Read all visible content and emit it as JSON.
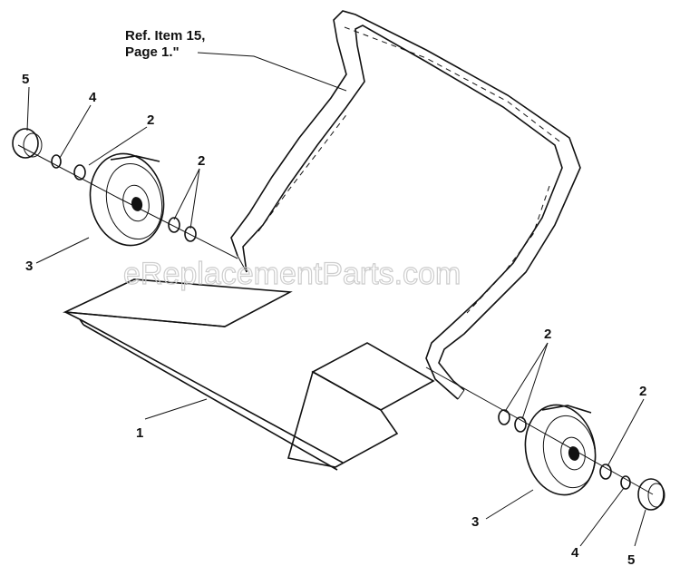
{
  "reference": {
    "line1": "Ref. Item 15,",
    "line2": "Page 1.\""
  },
  "watermark": "eReplacementParts.com",
  "callouts": {
    "c1": "1",
    "c2a": "2",
    "c2b": "2",
    "c2c": "2",
    "c2d": "2",
    "c3a": "3",
    "c3b": "3",
    "c4a": "4",
    "c4b": "4",
    "c5a": "5",
    "c5b": "5"
  },
  "colors": {
    "ink": "#111111",
    "watermark": "#c8c8c8",
    "background": "#ffffff"
  }
}
